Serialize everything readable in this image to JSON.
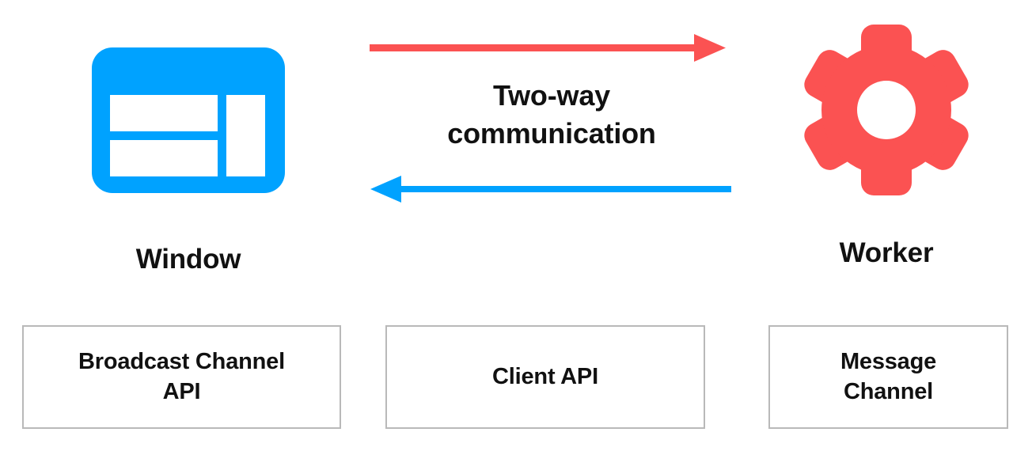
{
  "diagram": {
    "title_text": "Two-way communication",
    "nodes": [
      {
        "id": "window",
        "label": "Window",
        "icon": "window-icon",
        "color": "#00a2ff"
      },
      {
        "id": "worker",
        "label": "Worker",
        "icon": "gear-icon",
        "color": "#fb5252"
      }
    ],
    "connectors": [
      {
        "id": "window-to-worker",
        "direction": "right",
        "color": "#fb5252",
        "icon": "arrow-right-icon"
      },
      {
        "id": "worker-to-window",
        "direction": "left",
        "color": "#00a2ff",
        "icon": "arrow-left-icon"
      }
    ],
    "caption": {
      "line1": "Two-way",
      "line2": "communication"
    },
    "api_boxes": [
      {
        "id": "broadcast-channel-api",
        "line1": "Broadcast Channel",
        "line2": "API"
      },
      {
        "id": "client-api",
        "line1": "Client API",
        "line2": ""
      },
      {
        "id": "message-channel",
        "line1": "Message",
        "line2": "Channel"
      }
    ],
    "colors": {
      "blue": "#00a2ff",
      "red": "#fb5252",
      "box_border": "#b9b9b9",
      "text": "#111111",
      "background": "#ffffff"
    }
  }
}
